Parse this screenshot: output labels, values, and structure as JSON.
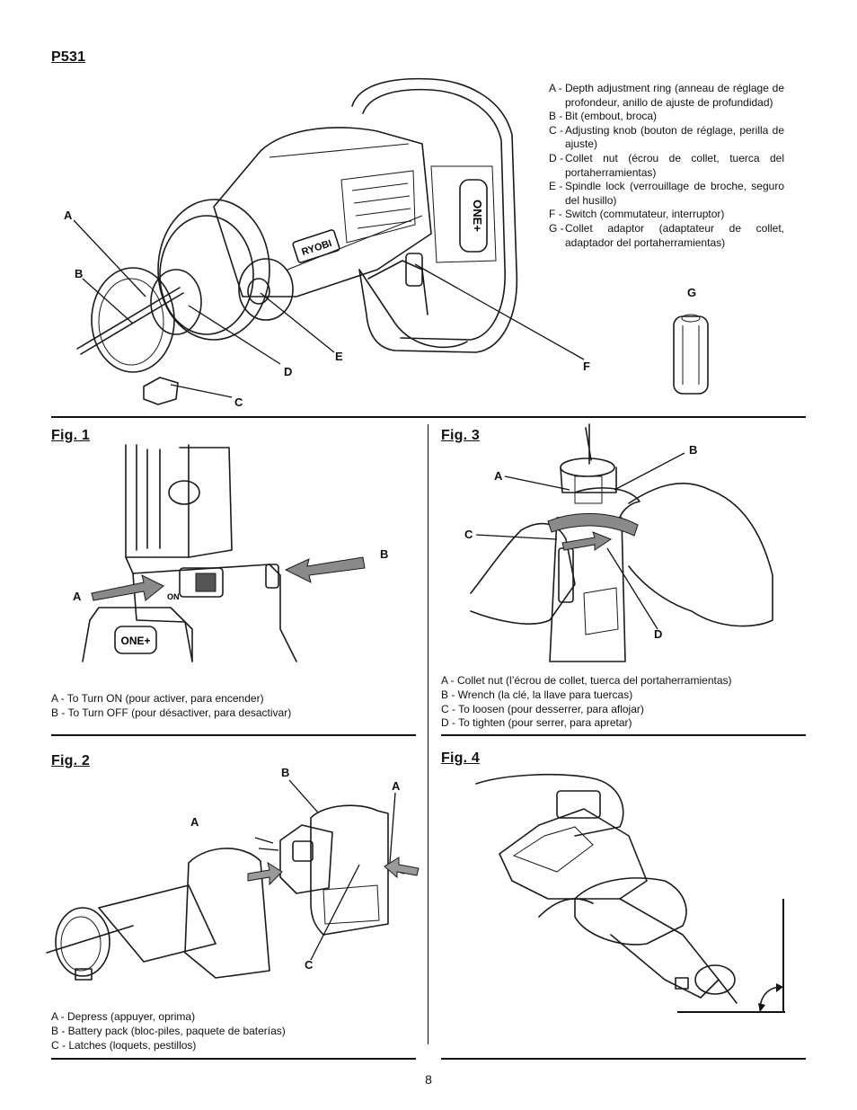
{
  "model": "P531",
  "main_legend": [
    {
      "key": "A -",
      "text": "Depth adjustment ring (anneau de réglage de profondeur, anillo de ajuste de profundidad)"
    },
    {
      "key": "B -",
      "text": "Bit (embout, broca)"
    },
    {
      "key": "C -",
      "text": "Adjusting knob (bouton de réglage, perilla de ajuste)"
    },
    {
      "key": "D -",
      "text": "Collet nut (écrou de collet, tuerca del portaherramientas)"
    },
    {
      "key": "E -",
      "text": "Spindle lock (verrouillage de broche, seguro del husillo)"
    },
    {
      "key": "F -",
      "text": "Switch (commutateur, interruptor)"
    },
    {
      "key": "G -",
      "text": "Collet adaptor (adaptateur de collet, adaptador del portaherramientas)"
    }
  ],
  "main_callouts": {
    "a": "A",
    "b": "B",
    "c": "C",
    "d": "D",
    "e": "E",
    "f": "F",
    "g": "G"
  },
  "brand_mark": "RYOBI",
  "one_plus_mark": "ONE+",
  "fig1": {
    "title": "Fig. 1",
    "callouts": {
      "a": "A",
      "b": "B"
    },
    "switch_mark": "ON",
    "caption": [
      "A - To Turn ON (pour activer, para encender)",
      "B - To Turn OFF (pour désactiver, para desactivar)"
    ]
  },
  "fig2": {
    "title": "Fig. 2",
    "callouts": {
      "a1": "A",
      "a2": "A",
      "b": "B",
      "c": "C"
    },
    "caption": [
      "A - Depress (appuyer, oprima)",
      "B - Battery pack (bloc-piles, paquete de baterías)",
      "C - Latches (loquets, pestillos)"
    ]
  },
  "fig3": {
    "title": "Fig. 3",
    "callouts": {
      "a": "A",
      "b": "B",
      "c": "C",
      "d": "D"
    },
    "caption": [
      "A - Collet nut (l’écrou de collet, tuerca del portaherramientas)",
      "B - Wrench (la clé, la llave para tuercas)",
      "C - To loosen (pour desserrer, para aflojar)",
      "D - To tighten (pour serrer, para apretar)"
    ]
  },
  "fig4": {
    "title": "Fig. 4"
  },
  "page_number": "8",
  "colors": {
    "ink": "#111111",
    "paper": "#ffffff",
    "shade": "#9a9a9a"
  }
}
